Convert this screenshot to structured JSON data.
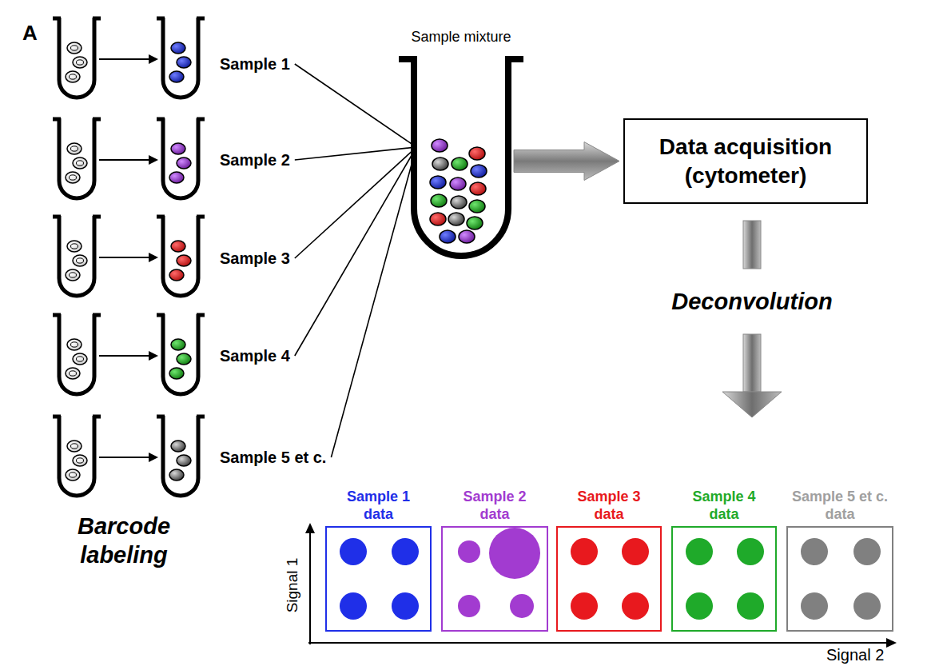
{
  "diagram": {
    "nodes": [
      {
        "text": [
          "Sample mixture"
        ]
      },
      {
        "text": [
          "Data acquisition (cytometer)"
        ]
      },
      {
        "text": [
          "Sample 1 data"
        ]
      },
      {
        "text": [
          "Sample 2 data"
        ]
      },
      {
        "text": [
          "Sample 3 data"
        ]
      },
      {
        "text": [
          "Sample 4 data"
        ]
      },
      {
        "text": [
          "Sample 5 et c. data"
        ]
      }
    ],
    "edges": [
      {
        "from": 0,
        "to": 1,
        "arrow": "to"
      }
    ],
    "labels": [
      "A",
      "Sample 1",
      "Sample 2",
      "Sample 3",
      "Sample 4",
      "Sample 5 et c.",
      "Barcode labeling",
      "Deconvolution",
      "Signal 1",
      "Signal 2"
    ]
  }
}
